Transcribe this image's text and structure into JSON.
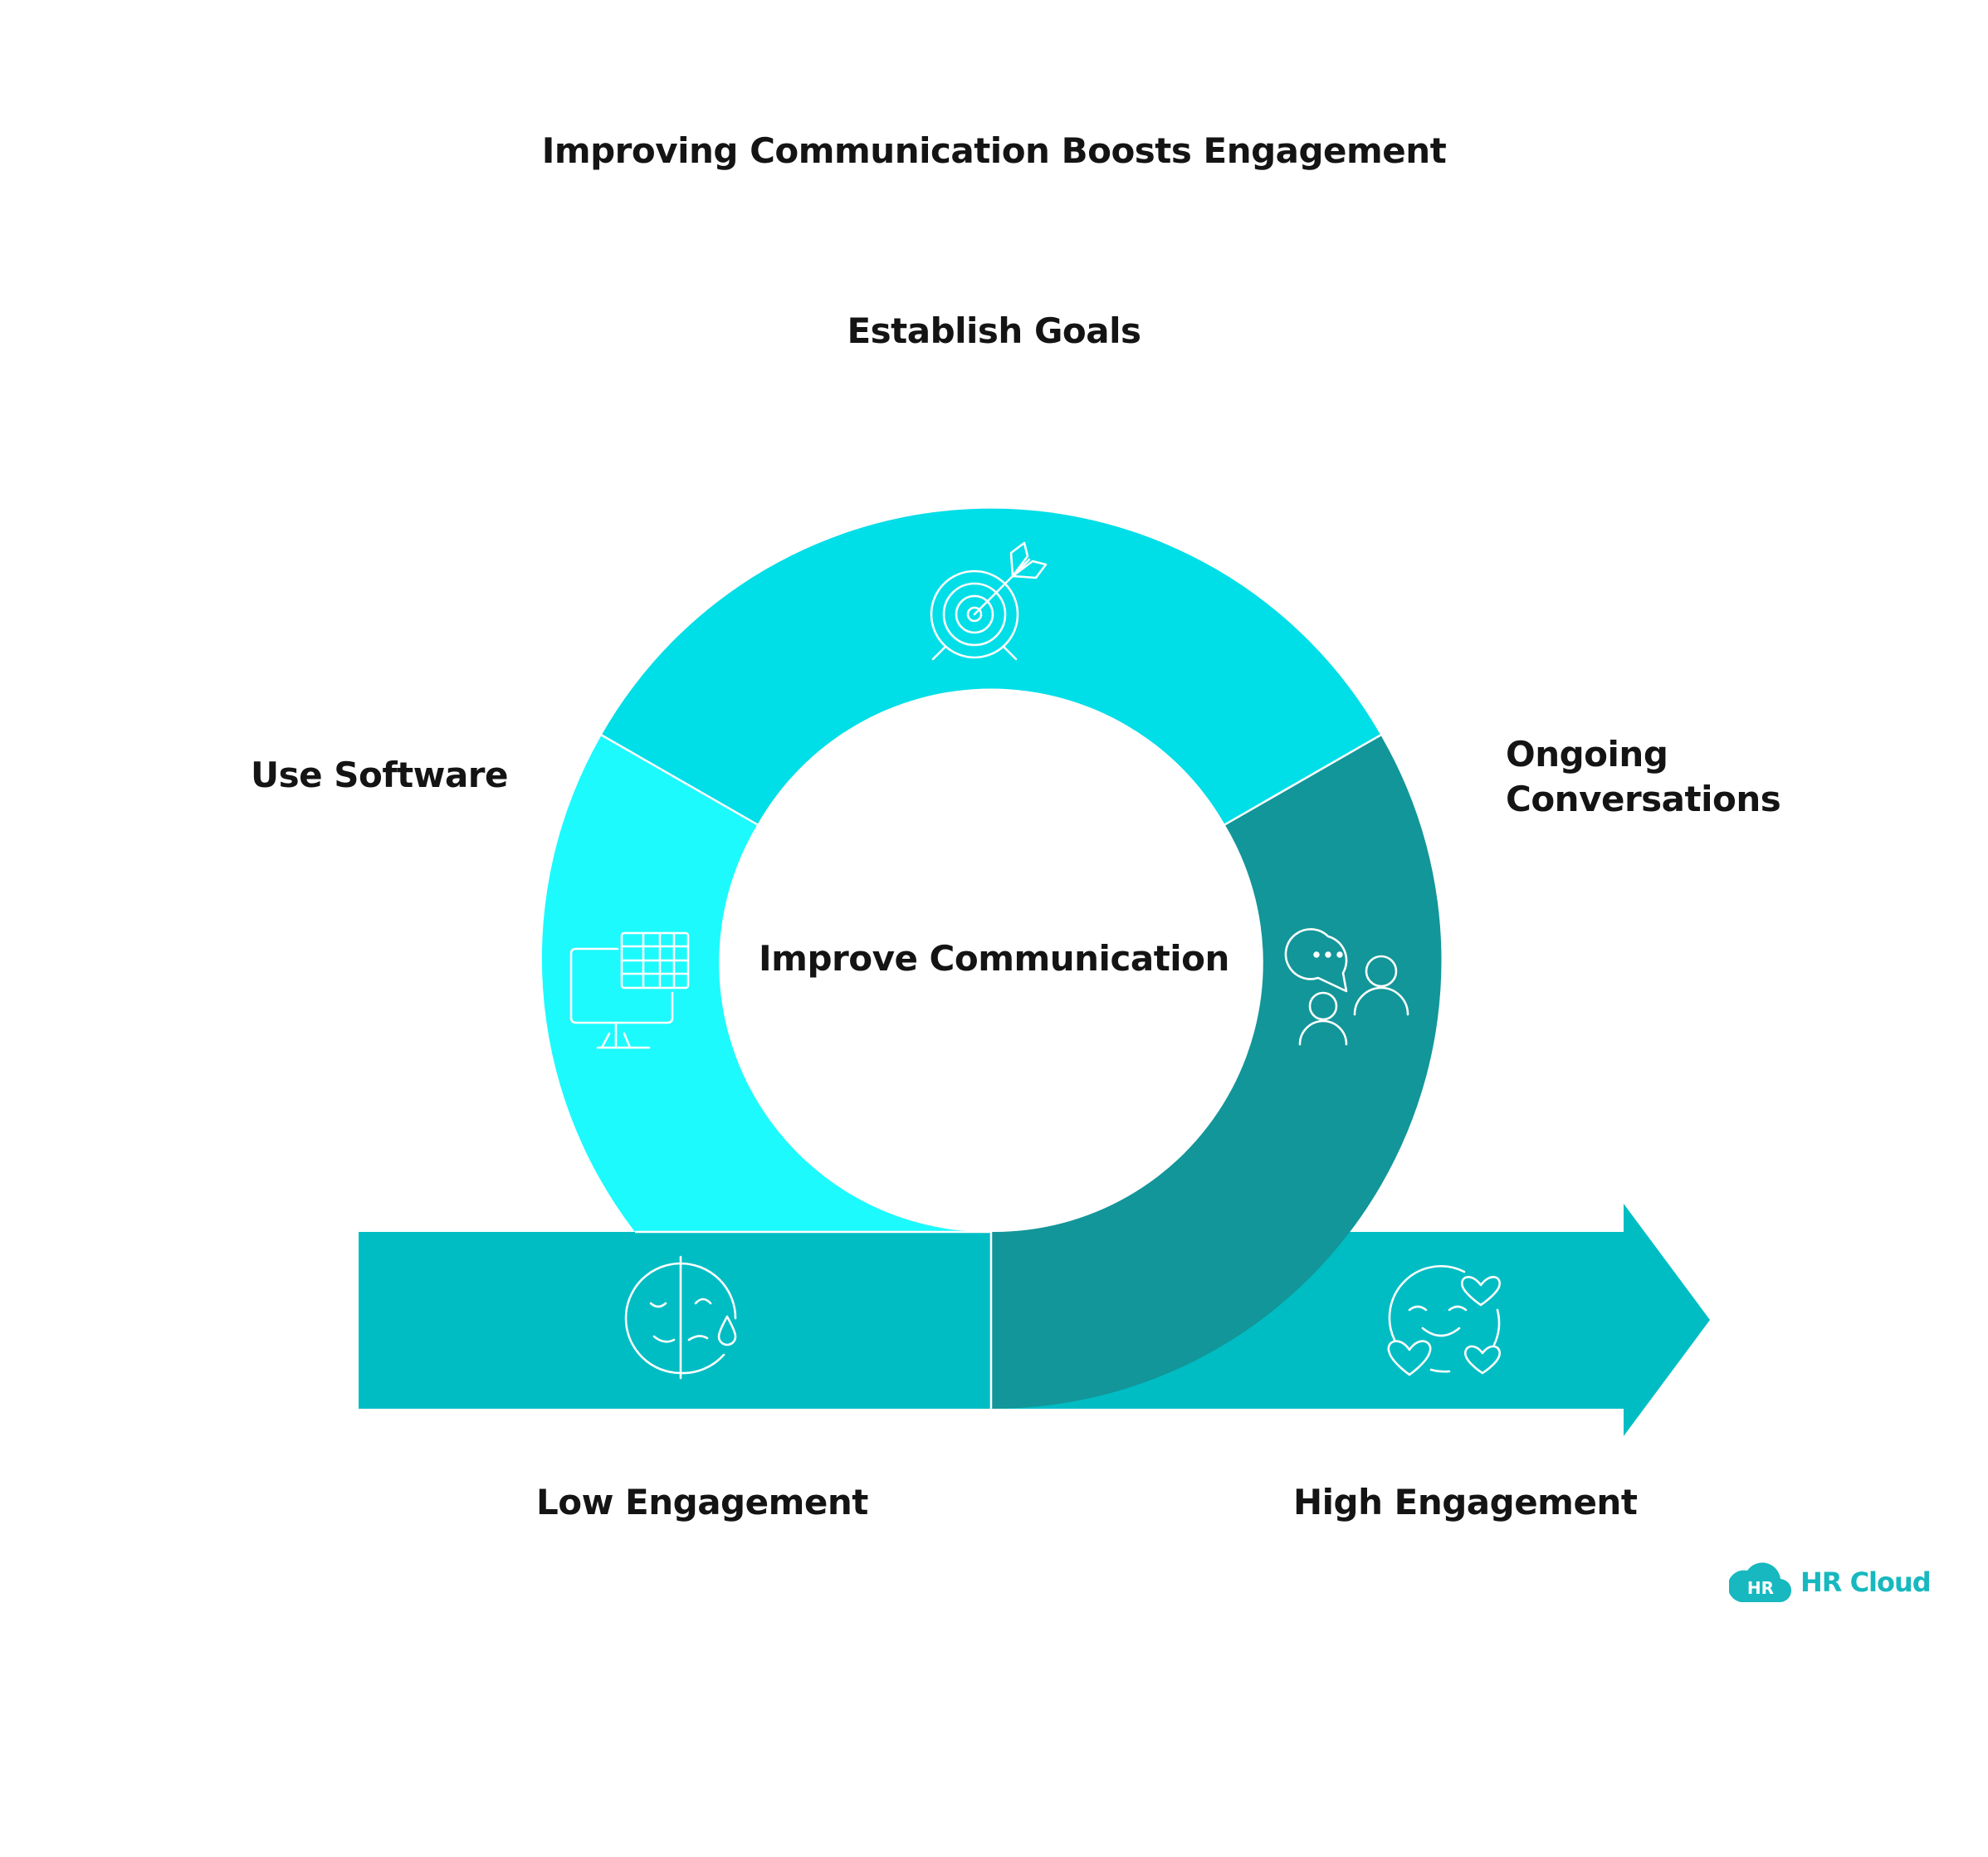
{
  "title": "Improving Communication Boosts Engagement",
  "segments": {
    "goals": {
      "label": "Establish Goals",
      "icon": "target-arrow-icon",
      "color": "#00dee7"
    },
    "software": {
      "label": "Use Software",
      "icon": "computer-spreadsheet-icon",
      "color": "#1cfafe"
    },
    "conversations": {
      "line1": "Ongoing",
      "line2": "Conversations",
      "icon": "chat-people-icon",
      "color": "#129699"
    }
  },
  "center": {
    "label": "Improve Communication"
  },
  "arrow": {
    "color": "#00bdc4",
    "low": {
      "label": "Low Engagement",
      "icon": "sad-face-icon"
    },
    "high": {
      "label": "High Engagement",
      "icon": "happy-face-hearts-icon"
    }
  },
  "logo": {
    "text": "HR Cloud",
    "badge": "HR",
    "color": "#17b8bf"
  }
}
